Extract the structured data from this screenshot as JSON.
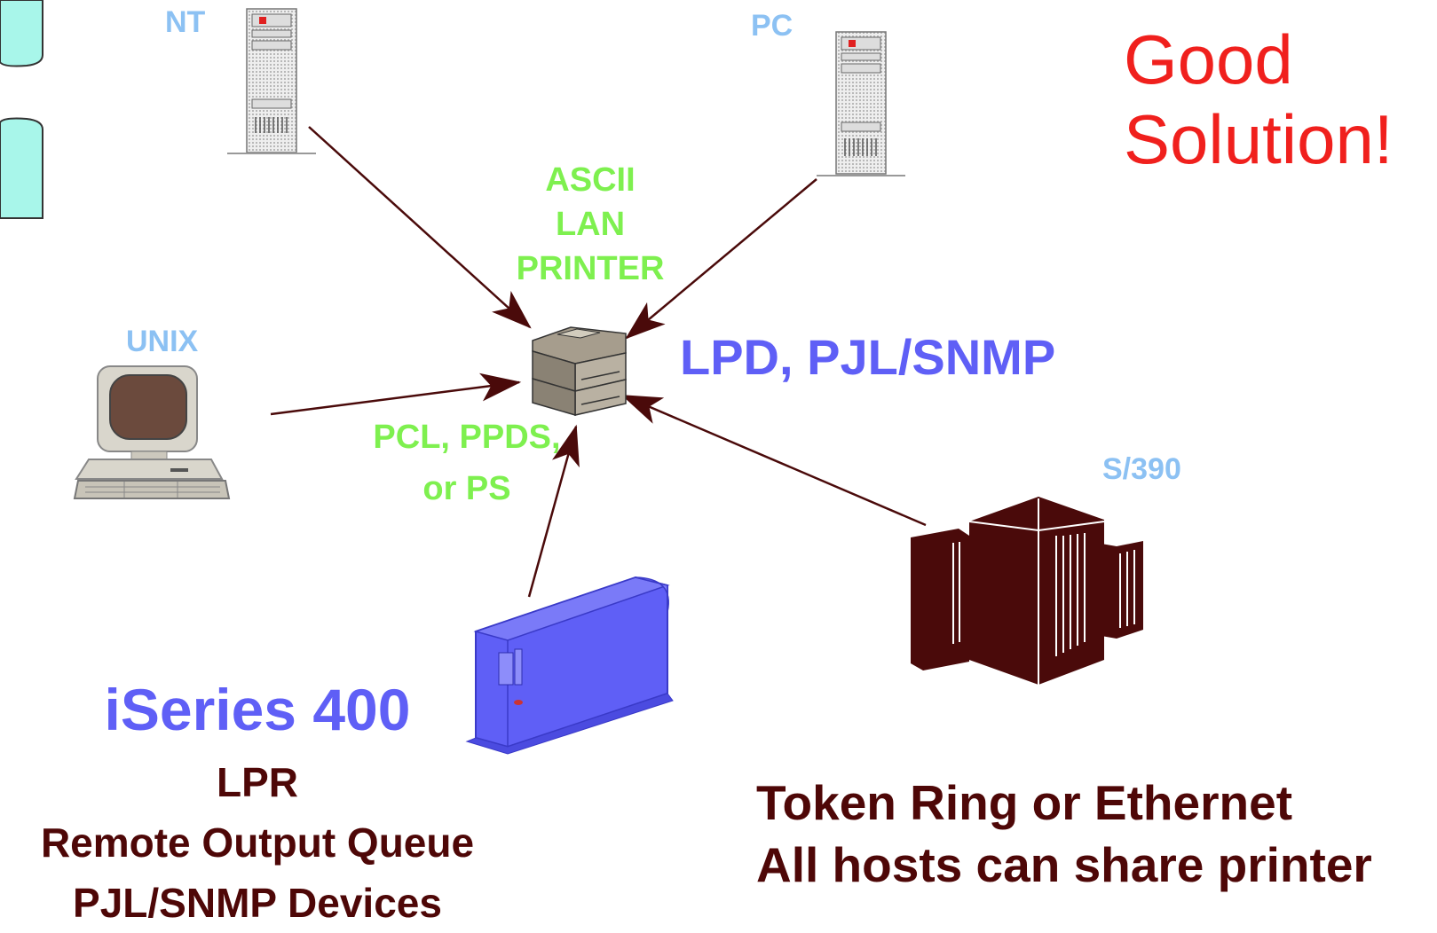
{
  "hosts": {
    "nt": "NT",
    "pc": "PC",
    "unix": "UNIX",
    "s390": "S/390"
  },
  "printer": {
    "label_lines": [
      "ASCII",
      "LAN",
      "PRINTER"
    ],
    "protocols": "LPD, PJL/SNMP"
  },
  "datastreams": [
    "PCL, PPDS,",
    "or PS"
  ],
  "headline": [
    "Good",
    "Solution!"
  ],
  "iseries": {
    "name": "iSeries 400",
    "lines": [
      "LPR",
      "Remote Output Queue",
      "PJL/SNMP Devices"
    ]
  },
  "network": [
    "Token Ring or Ethernet",
    "All hosts can share printer"
  ],
  "colors": {
    "arrow": "#4a0a0a",
    "host_label": "#8cc1f3",
    "green_label": "#7ef04f",
    "headline": "#f0201d",
    "blue": "#5f5ff6",
    "maroon": "#4e0707",
    "side_tab": "#a8f6ea"
  }
}
